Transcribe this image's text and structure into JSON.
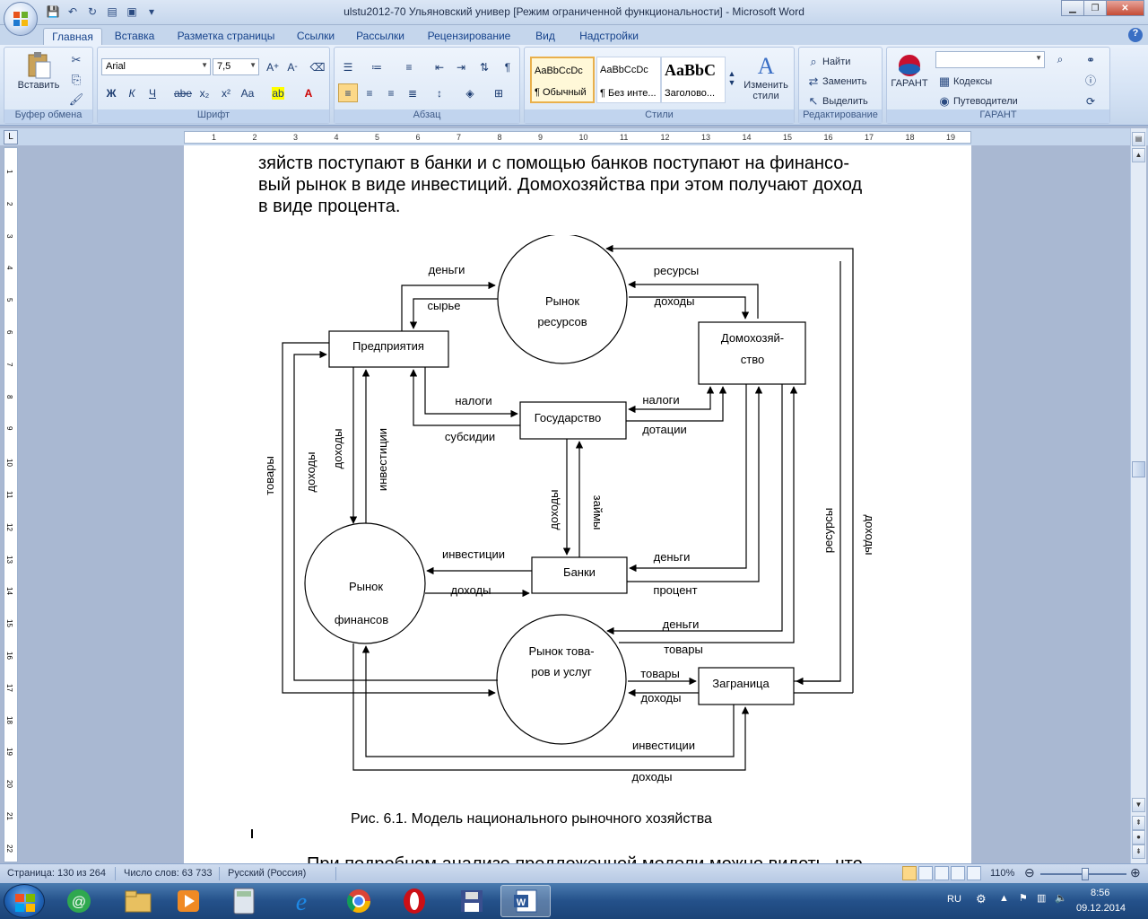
{
  "window": {
    "title": "ulstu2012-70 Ульяновский универ [Режим ограниченной функциональности] - Microsoft Word"
  },
  "tabs": [
    "Главная",
    "Вставка",
    "Разметка страницы",
    "Ссылки",
    "Рассылки",
    "Рецензирование",
    "Вид",
    "Надстройки"
  ],
  "ribbon": {
    "clipboard": {
      "label": "Буфер обмена",
      "paste": "Вставить"
    },
    "font": {
      "label": "Шрифт",
      "name": "Arial",
      "size": "7,5"
    },
    "paragraph": {
      "label": "Абзац"
    },
    "styles": {
      "label": "Стили",
      "items": [
        {
          "sample": "AaBbCcDc",
          "name": "¶ Обычный"
        },
        {
          "sample": "AaBbCcDc",
          "name": "¶ Без инте..."
        },
        {
          "sample": "AaBbC",
          "name": "Заголово..."
        }
      ],
      "change": "Изменить стили"
    },
    "editing": {
      "label": "Редактирование",
      "find": "Найти",
      "replace": "Заменить",
      "select": "Выделить"
    },
    "garant": {
      "label": "ГАРАНТ",
      "button": "ГАРАНТ",
      "codes": "Кодексы",
      "guides": "Путеводители"
    }
  },
  "document": {
    "paragraph": [
      "зяйств поступают в банки и с помощью банков поступают на финансо-",
      "вый рынок в виде инвестиций. Домохозяйства при этом получают доход",
      "в виде процента."
    ],
    "diagram": {
      "nodes": {
        "resources_market": [
          "Рынок",
          "ресурсов"
        ],
        "enterprises": "Предприятия",
        "households": [
          "Домохозяй-",
          "ство"
        ],
        "state": "Государство",
        "banks": "Банки",
        "finance_market": [
          "Рынок",
          "финансов"
        ],
        "goods_market": [
          "Рынок това-",
          "ров и услуг"
        ],
        "abroad": "Заграница"
      },
      "labels": {
        "money1": "деньги",
        "raw": "сырье",
        "resources1": "ресурсы",
        "income1": "доходы",
        "taxes1": "налоги",
        "subsidies": "субсидии",
        "taxes2": "налоги",
        "grants": "дотации",
        "goods_v": "товары",
        "income_v1": "доходы",
        "income_v2": "доходы",
        "investments_v": "инвестиции",
        "income_v3": "доходы",
        "loans_v": "займы",
        "resources_v": "ресурсы",
        "income_v4": "доходы",
        "investments1": "инвестиции",
        "income2": "доходы",
        "money2": "деньги",
        "percent": "процент",
        "money3": "деньги",
        "goods1": "товары",
        "goods2": "товары",
        "income3": "доходы",
        "investments2": "инвестиции",
        "income4": "доходы"
      }
    },
    "caption": "Рис. 6.1. Модель национального рыночного хозяйства",
    "next_line": "При подробном анализе предложенной модели можно видеть, что"
  },
  "ruler": [
    "1",
    "2",
    "3",
    "4",
    "5",
    "6",
    "7",
    "8",
    "9",
    "10",
    "11",
    "12",
    "13",
    "14",
    "15",
    "16",
    "17",
    "18",
    "19"
  ],
  "vruler": [
    "1",
    "2",
    "3",
    "4",
    "5",
    "6",
    "7",
    "8",
    "9",
    "10",
    "11",
    "12",
    "13",
    "14",
    "15",
    "16",
    "17",
    "18",
    "19",
    "20",
    "21",
    "22"
  ],
  "status": {
    "page": "Страница: 130 из 264",
    "words": "Число слов: 63 733",
    "language": "Русский (Россия)",
    "zoom": "110%"
  },
  "taskbar": {
    "lang": "RU",
    "time": "8:56",
    "date": "09.12.2014"
  }
}
